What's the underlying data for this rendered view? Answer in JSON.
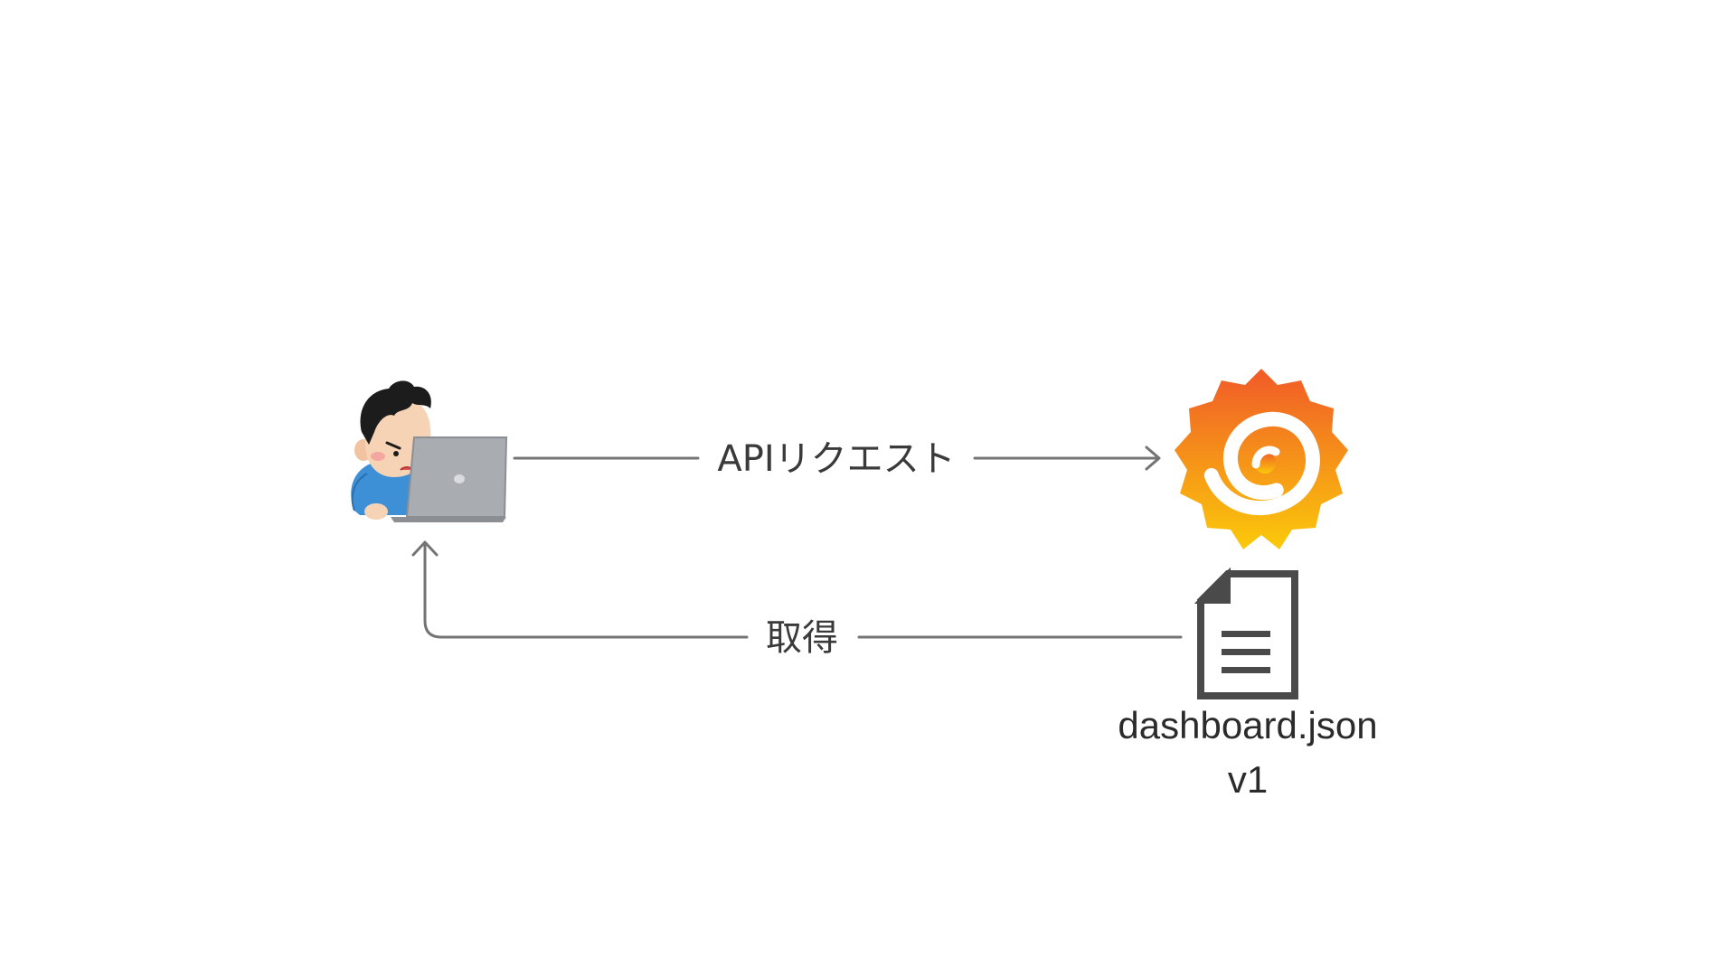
{
  "edges": {
    "request_label": "APIリクエスト",
    "fetch_label": "取得"
  },
  "file": {
    "name": "dashboard.json",
    "version": "v1"
  },
  "icons": {
    "user": "developer-with-laptop-icon",
    "server": "grafana-logo-icon",
    "file": "document-icon"
  },
  "colors": {
    "arrow": "#747474",
    "logo_top": "#F05A28",
    "logo_bottom": "#FBCA0A",
    "document": "#4a4a4a",
    "shirt": "#3d8fd6",
    "laptop": "#a9acb1"
  }
}
